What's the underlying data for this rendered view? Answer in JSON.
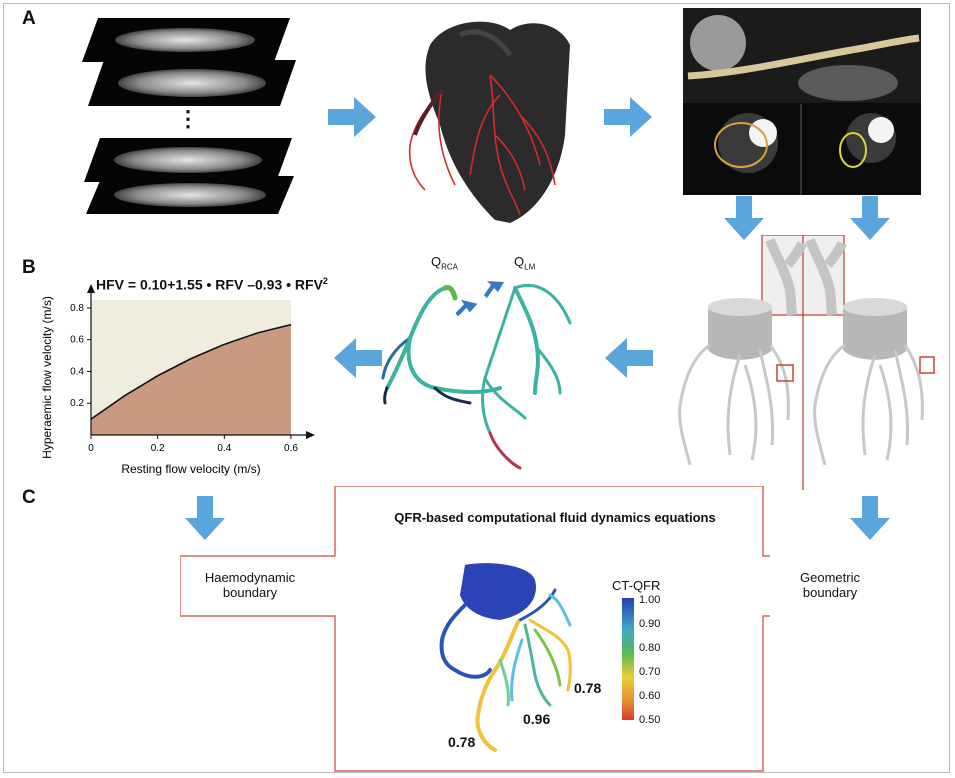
{
  "panels": {
    "a": "A",
    "b": "B",
    "c": "C"
  },
  "dots": "⋮",
  "equation": {
    "text": "HFV = 0.10+1.55 • RFV –0.93 • RFV",
    "sup": "2"
  },
  "flow_labels": {
    "q_rca_main": "Q",
    "q_rca_sub": "RCA",
    "q_lm_main": "Q",
    "q_lm_sub": "LM"
  },
  "boundary": {
    "title": "QFR-based computational fluid dynamics equations",
    "haemodynamic_line1": "Haemodynamic",
    "haemodynamic_line2": "boundary",
    "geometric_line1": "Geometric",
    "geometric_line2": "boundary"
  },
  "colorbar": {
    "title": "CT-QFR",
    "ticks": [
      "1.00",
      "0.90",
      "0.80",
      "0.70",
      "0.60",
      "0.50"
    ]
  },
  "qfr_values": {
    "v1": "0.78",
    "v2": "0.96",
    "v3": "0.78"
  },
  "chart_data": {
    "type": "area",
    "title": "HFV = 0.10+1.55 • RFV –0.93 • RFV²",
    "xlabel": "Resting flow velocity (m/s)",
    "ylabel": "Hyperaemic flow velocity (m/s)",
    "xlim": [
      0,
      0.6
    ],
    "ylim": [
      0,
      0.85
    ],
    "xticks": [
      "0",
      "0.2",
      "0.4",
      "0.6"
    ],
    "yticks": [
      "0.2",
      "0.4",
      "0.6",
      "0.8"
    ],
    "x": [
      0,
      0.1,
      0.2,
      0.3,
      0.4,
      0.5,
      0.6
    ],
    "y": [
      0.1,
      0.246,
      0.373,
      0.481,
      0.571,
      0.643,
      0.695
    ],
    "colors": {
      "below": "#c99a80",
      "above": "#efede0"
    },
    "grid": false
  },
  "colors": {
    "arrow": "#5aa6dc",
    "box_border": "#d7675d",
    "vessel_red": "#d42b2b"
  }
}
